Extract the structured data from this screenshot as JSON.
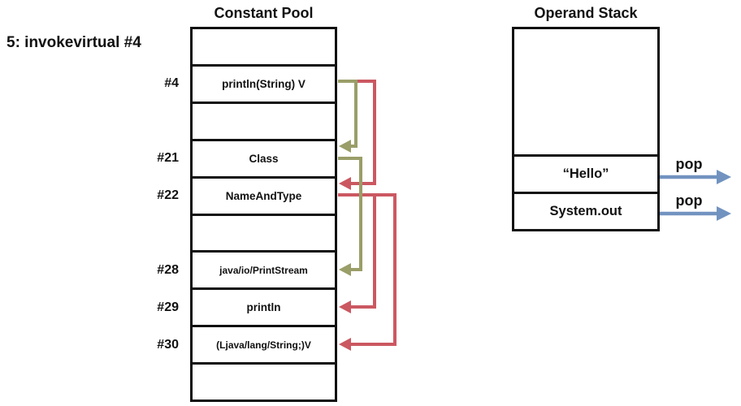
{
  "instruction": "5: invokevirtual #4",
  "constant_pool": {
    "title": "Constant Pool",
    "rows": [
      {
        "index": "",
        "value": ""
      },
      {
        "index": "#4",
        "value": "println(String) V"
      },
      {
        "index": "",
        "value": ""
      },
      {
        "index": "#21",
        "value": "Class"
      },
      {
        "index": "#22",
        "value": "NameAndType"
      },
      {
        "index": "",
        "value": ""
      },
      {
        "index": "#28",
        "value": "java/io/PrintStream"
      },
      {
        "index": "#29",
        "value": "println"
      },
      {
        "index": "#30",
        "value": "(Ljava/lang/String;)V"
      },
      {
        "index": "",
        "value": ""
      }
    ]
  },
  "operand_stack": {
    "title": "Operand Stack",
    "entries": [
      "“Hello”",
      "System.out"
    ],
    "pop_label": "pop"
  },
  "references": [
    {
      "from": "#4",
      "to": "#21",
      "color_key": "reference_olive"
    },
    {
      "from": "#4",
      "to": "#22",
      "color_key": "reference_red"
    },
    {
      "from": "#21",
      "to": "#28",
      "color_key": "reference_olive"
    },
    {
      "from": "#22",
      "to": "#29",
      "color_key": "reference_red"
    },
    {
      "from": "#22",
      "to": "#30",
      "color_key": "reference_red"
    }
  ],
  "colors": {
    "reference_olive": "#9a9e68",
    "reference_red": "#cb5861",
    "pop_blue": "#7293c0",
    "line_black": "#111111"
  }
}
